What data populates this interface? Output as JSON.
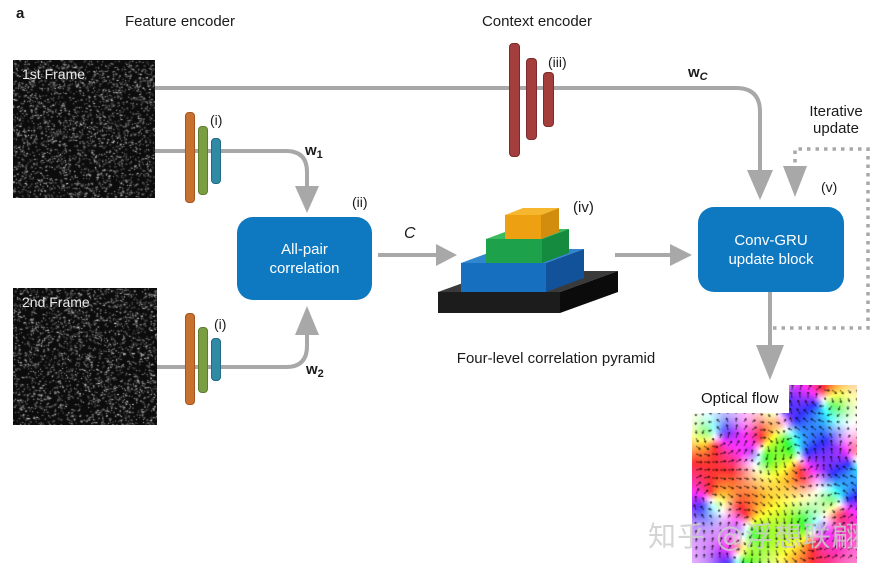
{
  "panel_label": "a",
  "headers": {
    "feature_encoder": "Feature encoder",
    "context_encoder": "Context encoder"
  },
  "frames": {
    "first_label": "1st Frame",
    "second_label": "2nd Frame"
  },
  "annotations": {
    "i_top": "(i)",
    "i_bottom": "(i)",
    "ii": "(ii)",
    "iii": "(iii)",
    "iv": "(iv)",
    "v": "(v)"
  },
  "vectors": {
    "w1": {
      "base": "w",
      "sub": "1"
    },
    "w2": {
      "base": "w",
      "sub": "2"
    },
    "wc": {
      "base": "w",
      "sub": "C"
    },
    "c": "C"
  },
  "boxes": {
    "all_pair": {
      "line1": "All-pair",
      "line2": "correlation"
    },
    "conv_gru": {
      "line1": "Conv-GRU",
      "line2": "update block"
    }
  },
  "iterative": {
    "line1": "Iterative",
    "line2": "update"
  },
  "captions": {
    "pyramid": "Four-level correlation pyramid",
    "optical_flow": "Optical flow"
  },
  "watermark": "知乎 @浮想联翩",
  "colors": {
    "box_blue": "#0e78c0",
    "connector_gray": "#a8a8a8",
    "bar_orange": "#c8702f",
    "bar_green": "#7c9e43",
    "bar_teal": "#3089a5",
    "bar_maroon": "#a43e3c",
    "pyramid_black": "#1c1c1c",
    "pyramid_blue": "#1670bf",
    "pyramid_green": "#1ea14b",
    "pyramid_yellow": "#eda012"
  }
}
